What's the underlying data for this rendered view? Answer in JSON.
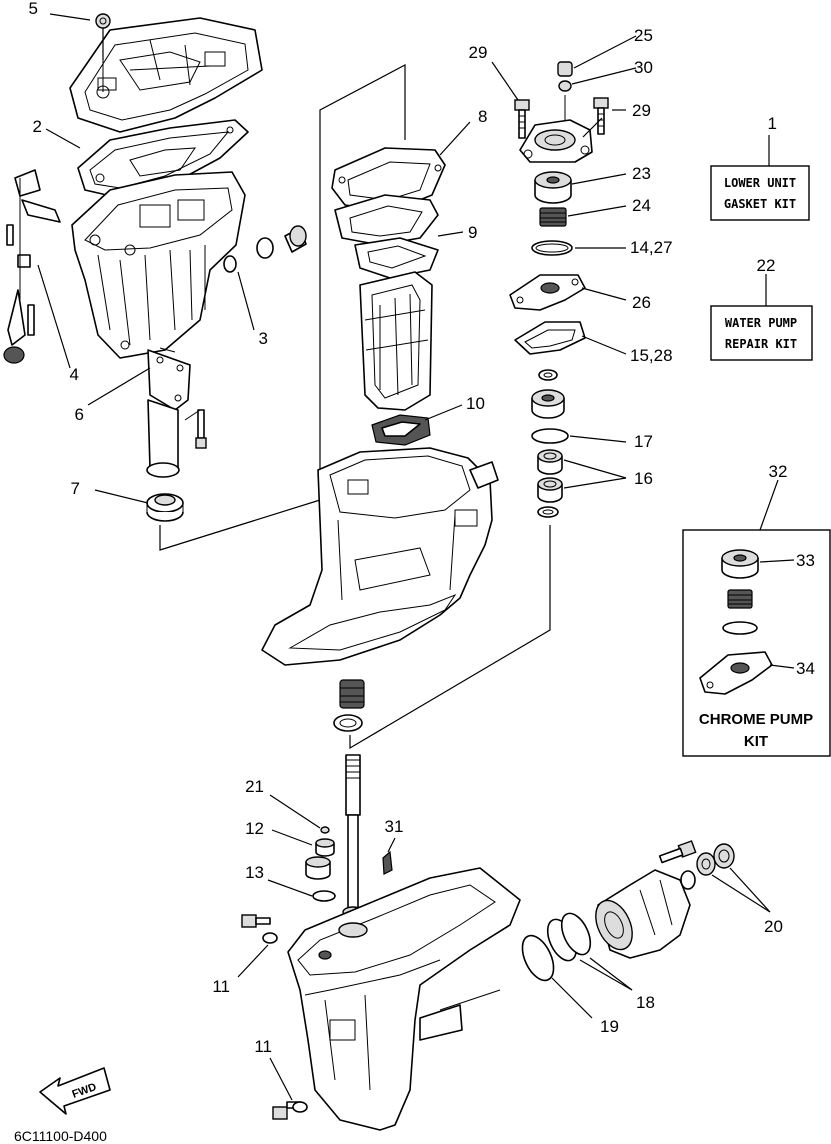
{
  "callouts": [
    {
      "id": "c1",
      "label": "1"
    },
    {
      "id": "c2",
      "label": "2"
    },
    {
      "id": "c3",
      "label": "3"
    },
    {
      "id": "c4",
      "label": "4"
    },
    {
      "id": "c5",
      "label": "5"
    },
    {
      "id": "c6",
      "label": "6"
    },
    {
      "id": "c7",
      "label": "7"
    },
    {
      "id": "c8",
      "label": "8"
    },
    {
      "id": "c9",
      "label": "9"
    },
    {
      "id": "c10",
      "label": "10"
    },
    {
      "id": "c11a",
      "label": "11"
    },
    {
      "id": "c11b",
      "label": "11"
    },
    {
      "id": "c12",
      "label": "12"
    },
    {
      "id": "c13",
      "label": "13"
    },
    {
      "id": "c14",
      "label": "14,27"
    },
    {
      "id": "c15",
      "label": "15,28"
    },
    {
      "id": "c16",
      "label": "16"
    },
    {
      "id": "c17",
      "label": "17"
    },
    {
      "id": "c18",
      "label": "18"
    },
    {
      "id": "c19",
      "label": "19"
    },
    {
      "id": "c20",
      "label": "20"
    },
    {
      "id": "c21",
      "label": "21"
    },
    {
      "id": "c22",
      "label": "22"
    },
    {
      "id": "c23",
      "label": "23"
    },
    {
      "id": "c24",
      "label": "24"
    },
    {
      "id": "c25",
      "label": "25"
    },
    {
      "id": "c26",
      "label": "26"
    },
    {
      "id": "c29a",
      "label": "29"
    },
    {
      "id": "c29b",
      "label": "29"
    },
    {
      "id": "c30",
      "label": "30"
    },
    {
      "id": "c31",
      "label": "31"
    },
    {
      "id": "c32",
      "label": "32"
    },
    {
      "id": "c33",
      "label": "33"
    },
    {
      "id": "c34",
      "label": "34"
    }
  ],
  "kits": {
    "gasket": {
      "line1": "LOWER UNIT",
      "line2": "GASKET KIT"
    },
    "water_pump": {
      "line1": "WATER PUMP",
      "line2": "REPAIR KIT"
    },
    "chrome_pump": {
      "line1": "CHROME PUMP",
      "line2": "KIT"
    }
  },
  "fwd_label": "FWD",
  "diagram_code": "6C11100-D400"
}
